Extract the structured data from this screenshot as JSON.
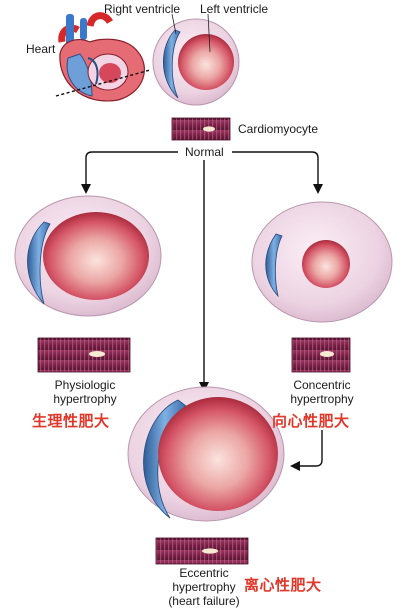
{
  "labels": {
    "heart": "Heart",
    "right_ventricle": "Right ventricle",
    "left_ventricle": "Left ventricle",
    "cardiomyocyte": "Cardiomyocyte",
    "normal": "Normal"
  },
  "states": {
    "physiologic": {
      "line1": "Physiologic",
      "line2": "hypertrophy",
      "zh": "生理性肥大"
    },
    "concentric": {
      "line1": "Concentric",
      "line2": "hypertrophy",
      "zh": "向心性肥大"
    },
    "eccentric": {
      "line1": "Eccentric",
      "line2": "hypertrophy",
      "line3": "(heart failure)",
      "zh": "离心性肥大"
    }
  },
  "colors": {
    "wall": "#efd6e6",
    "wall_edge": "#c9a9c0",
    "lumen_center": "#f6c9c4",
    "lumen_edge": "#c7384a",
    "rv": "#6fa1d8",
    "rv_dark": "#2f5c96",
    "cell": "#7a1f45",
    "cell_stripe": "#b0557b",
    "nucleus": "#f4e6c8",
    "arrow": "#111111",
    "zh_text": "#e0382b"
  }
}
